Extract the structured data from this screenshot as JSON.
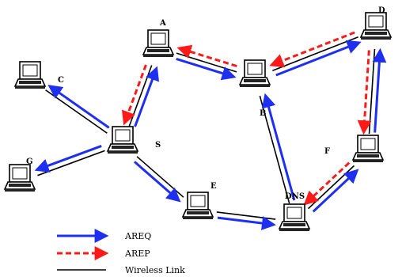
{
  "diagram": {
    "nodes": [
      {
        "id": "A",
        "label": "A"
      },
      {
        "id": "B",
        "label": "B"
      },
      {
        "id": "C",
        "label": "C"
      },
      {
        "id": "D",
        "label": "D"
      },
      {
        "id": "E",
        "label": "E"
      },
      {
        "id": "F",
        "label": "F"
      },
      {
        "id": "G",
        "label": "G"
      },
      {
        "id": "S",
        "label": "S"
      },
      {
        "id": "DNS",
        "label": "DNS"
      }
    ],
    "links": {
      "wireless": [
        [
          "S",
          "C"
        ],
        [
          "S",
          "G"
        ],
        [
          "S",
          "A"
        ],
        [
          "S",
          "E"
        ],
        [
          "A",
          "B"
        ],
        [
          "B",
          "D"
        ],
        [
          "B",
          "DNS"
        ],
        [
          "E",
          "DNS"
        ],
        [
          "DNS",
          "F"
        ],
        [
          "F",
          "D"
        ]
      ],
      "areq": [
        [
          "S",
          "C"
        ],
        [
          "S",
          "G"
        ],
        [
          "S",
          "A"
        ],
        [
          "S",
          "E"
        ],
        [
          "A",
          "B"
        ],
        [
          "B",
          "D"
        ],
        [
          "E",
          "DNS"
        ],
        [
          "DNS",
          "B"
        ],
        [
          "DNS",
          "F"
        ],
        [
          "F",
          "D"
        ]
      ],
      "arep": [
        [
          "B",
          "A"
        ],
        [
          "D",
          "B"
        ],
        [
          "A",
          "S"
        ],
        [
          "D",
          "F"
        ],
        [
          "F",
          "DNS"
        ]
      ]
    },
    "colors": {
      "areq": "#1f2ff0",
      "arep": "#ff1a1a",
      "wireless": "#000000"
    },
    "legend": [
      {
        "key": "areq",
        "label": "AREQ"
      },
      {
        "key": "arep",
        "label": "AREP"
      },
      {
        "key": "wireless",
        "label": "Wireless Link"
      }
    ]
  }
}
